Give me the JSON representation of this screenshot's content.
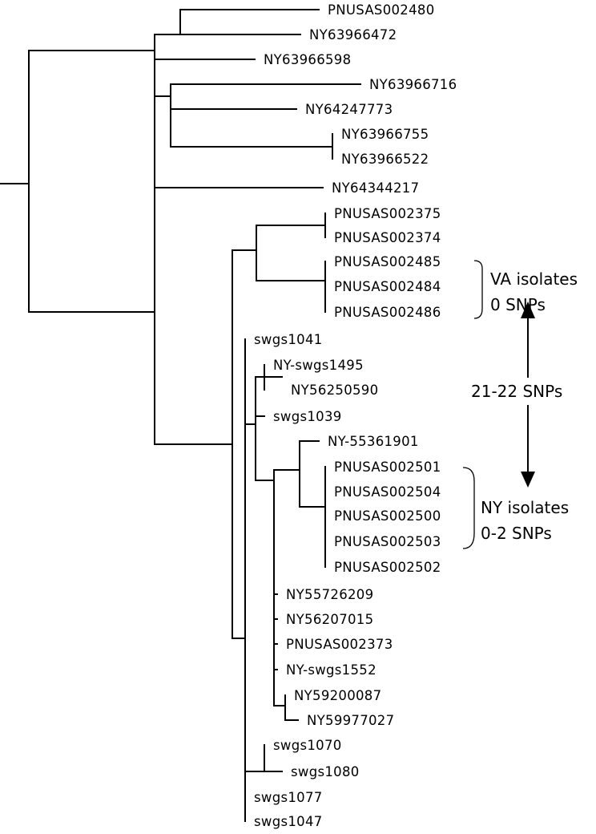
{
  "tree": {
    "taxa": [
      "PNUSAS002480",
      "NY63966472",
      "NY63966598",
      "NY63966716",
      "NY64247773",
      "NY63966755",
      "NY63966522",
      "NY64344217",
      "PNUSAS002375",
      "PNUSAS002374",
      "PNUSAS002485",
      "PNUSAS002484",
      "PNUSAS002486",
      "swgs1041",
      "NY-swgs1495",
      "NY56250590",
      "swgs1039",
      "NY-55361901",
      "PNUSAS002501",
      "PNUSAS002504",
      "PNUSAS002500",
      "PNUSAS002503",
      "PNUSAS002502",
      "NY55726209",
      "NY56207015",
      "PNUSAS002373",
      "NY-swgs1552",
      "NY59200087",
      "NY59977027",
      "swgs1070",
      "swgs1080",
      "swgs1077",
      "swgs1047"
    ]
  },
  "annotations": {
    "va_group": {
      "line1": "VA isolates",
      "line2": "0 SNPs"
    },
    "ny_group": {
      "line1": "NY isolates",
      "line2": "0-2 SNPs"
    },
    "between_groups": "21-22 SNPs"
  },
  "colors": {
    "ink": "#000000",
    "background": "#ffffff"
  }
}
